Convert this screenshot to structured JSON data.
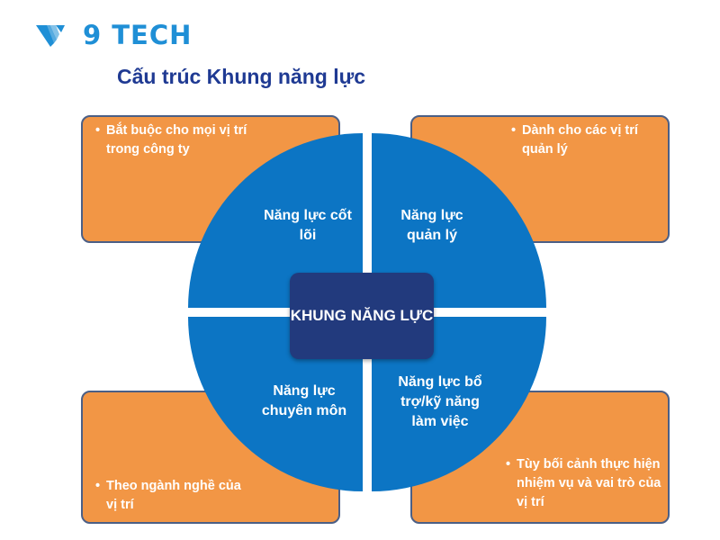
{
  "logo": {
    "text": "9 TECH",
    "icon": "v-wing-icon",
    "color": "#1f8fd6"
  },
  "title": "Cấu trúc Khung năng lực",
  "colors": {
    "quadrant": "#0c75c4",
    "center": "#223a7d",
    "box": "#f29645",
    "box_border": "#4b5f86",
    "title": "#1f3a93"
  },
  "center_label": "KHUNG NĂNG LỰC",
  "quadrants": [
    {
      "id": "top-left",
      "label": "Năng lực cốt lõi",
      "note": "Bắt buộc cho mọi vị trí trong công ty"
    },
    {
      "id": "top-right",
      "label": "Năng lực quản lý",
      "note": "Dành cho các vị trí quản lý"
    },
    {
      "id": "bottom-left",
      "label": "Năng lực chuyên môn",
      "note": "Theo ngành nghề của vị trí"
    },
    {
      "id": "bottom-right",
      "label": "Năng lực bổ trợ/kỹ năng làm việc",
      "note": "Tùy bối cảnh thực hiện nhiệm vụ và vai trò của vị trí"
    }
  ]
}
